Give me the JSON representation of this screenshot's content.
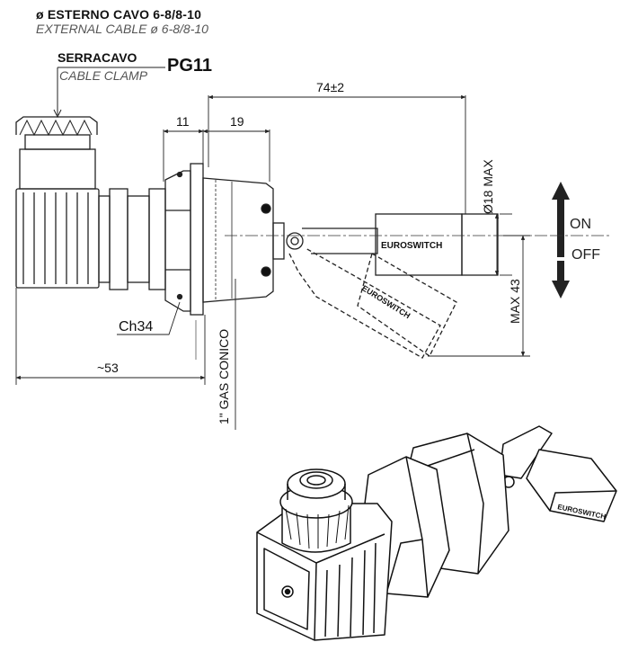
{
  "header": {
    "cable_outer_it": "ø ESTERNO CAVO  6-8/8-10",
    "cable_outer_en": "EXTERNAL CABLE ø 6-8/8-10",
    "cable_clamp_it": "SERRACAVO",
    "cable_clamp_en": "CABLE CLAMP",
    "gland_size": "PG11"
  },
  "dimensions": {
    "total_length": "74±2",
    "flange": "11",
    "thread": "19",
    "diameter": "Ø18 MAX",
    "max_drop": "MAX 43",
    "hex": "Ch34",
    "head_length": "~53",
    "thread_type": "1\" GAS CONICO"
  },
  "states": {
    "on": "ON",
    "off": "OFF"
  },
  "brand": "EUROSWITCH"
}
